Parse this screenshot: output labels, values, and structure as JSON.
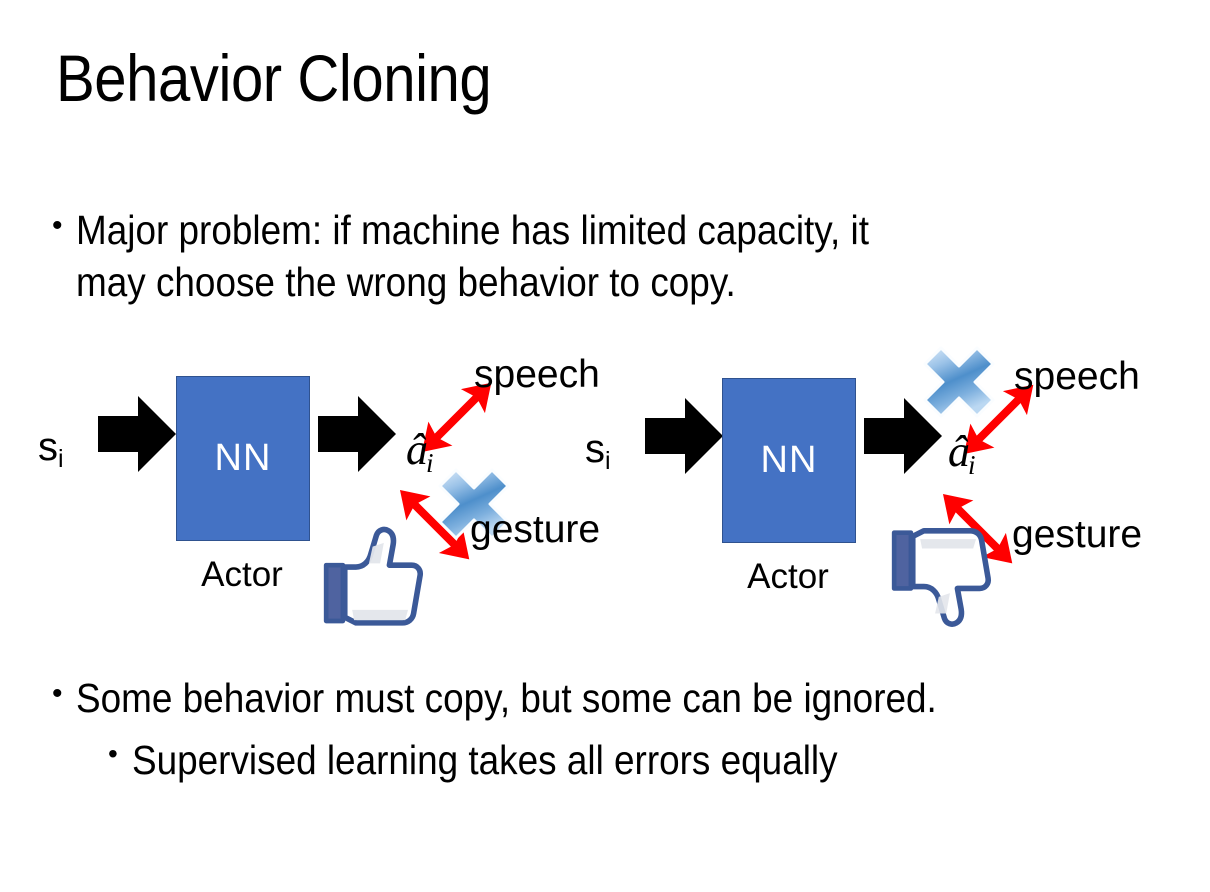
{
  "slide": {
    "title": "Behavior Cloning",
    "background_color": "#FFFFFF",
    "bullets": [
      {
        "level": 1,
        "marker": "•",
        "text": "Major problem: if machine has limited capacity, it\nmay choose the wrong behavior to copy."
      },
      {
        "level": 1,
        "marker": "•",
        "text": "Some behavior must copy, but some can be ignored."
      },
      {
        "level": 2,
        "marker": "•",
        "text": "Supervised learning takes all errors equally"
      }
    ]
  },
  "colors": {
    "nn_box_fill": "#4472C4",
    "nn_box_border": "#2F528F",
    "nn_box_text": "#FFFFFF",
    "arrow_black": "#000000",
    "arrow_red": "#FF0000",
    "cross_blue_light": "#CFE2F7",
    "cross_blue_mid": "#6FA8DC",
    "cross_blue_dark": "#2E75B6",
    "cross_outline": "#FFFFFF",
    "thumb_outline": "#3B5998",
    "thumb_fill": "#FFFFFF",
    "thumb_cuff": "#4F63A0",
    "thumb_shadow": "#E3E6EB",
    "text_black": "#000000"
  },
  "diagrams": [
    {
      "id": "left",
      "caption_role": "correct-behavior-copied",
      "input_label": "s",
      "input_subscript": "i",
      "box_label": "NN",
      "box_caption": "Actor",
      "output_label": "â",
      "output_subscript": "i",
      "branches": [
        {
          "name": "speech",
          "label": "speech",
          "direction": "up-right",
          "crossed_out": false
        },
        {
          "name": "gesture",
          "label": "gesture",
          "direction": "down-right",
          "crossed_out": true
        }
      ],
      "verdict_icon": "thumbs-up-icon",
      "verdict": "good"
    },
    {
      "id": "right",
      "caption_role": "wrong-behavior-copied",
      "input_label": "s",
      "input_subscript": "i",
      "box_label": "NN",
      "box_caption": "Actor",
      "output_label": "â",
      "output_subscript": "i",
      "branches": [
        {
          "name": "speech",
          "label": "speech",
          "direction": "up-right",
          "crossed_out": true
        },
        {
          "name": "gesture",
          "label": "gesture",
          "direction": "down-right",
          "crossed_out": false
        }
      ],
      "verdict_icon": "thumbs-down-icon",
      "verdict": "bad"
    }
  ]
}
